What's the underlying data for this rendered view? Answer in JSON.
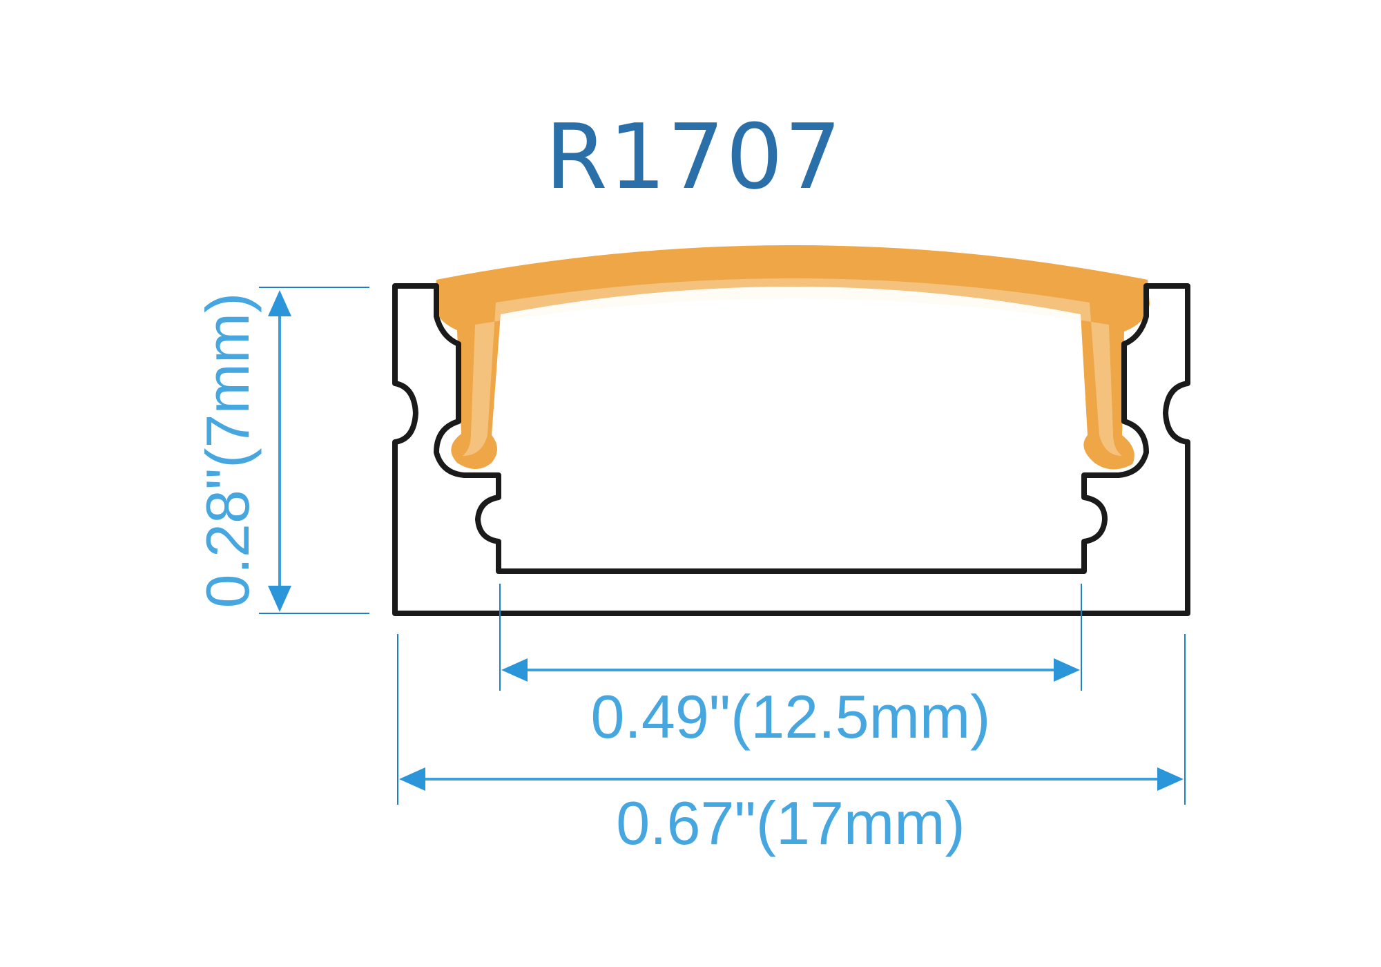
{
  "diagram": {
    "title": "R1707",
    "dimensions": {
      "height": "0.28\"(7mm)",
      "inner_width": "0.49\"(12.5mm)",
      "outer_width": "0.67\"(17mm)"
    },
    "colors": {
      "title": "#2a6fa8",
      "dimension": "#3b9fdc",
      "profile_outline": "#1a1a1a",
      "diffuser_cover": "#eea646"
    }
  }
}
